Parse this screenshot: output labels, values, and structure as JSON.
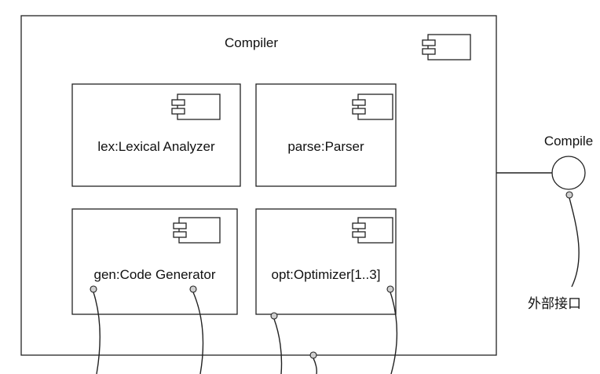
{
  "compiler": {
    "label": "Compiler",
    "icon": "component-icon"
  },
  "components": [
    {
      "id": "lex",
      "label": "lex:Lexical Analyzer",
      "icon": "component-icon"
    },
    {
      "id": "parse",
      "label": "parse:Parser",
      "icon": "component-icon"
    },
    {
      "id": "gen",
      "label": "gen:Code Generator",
      "icon": "component-icon"
    },
    {
      "id": "opt",
      "label": "opt:Optimizer[1..3]",
      "icon": "component-icon"
    }
  ],
  "interface": {
    "label": "Compile",
    "icon": "provided-interface-lollipop"
  },
  "annotation": {
    "label": "外部接口"
  }
}
